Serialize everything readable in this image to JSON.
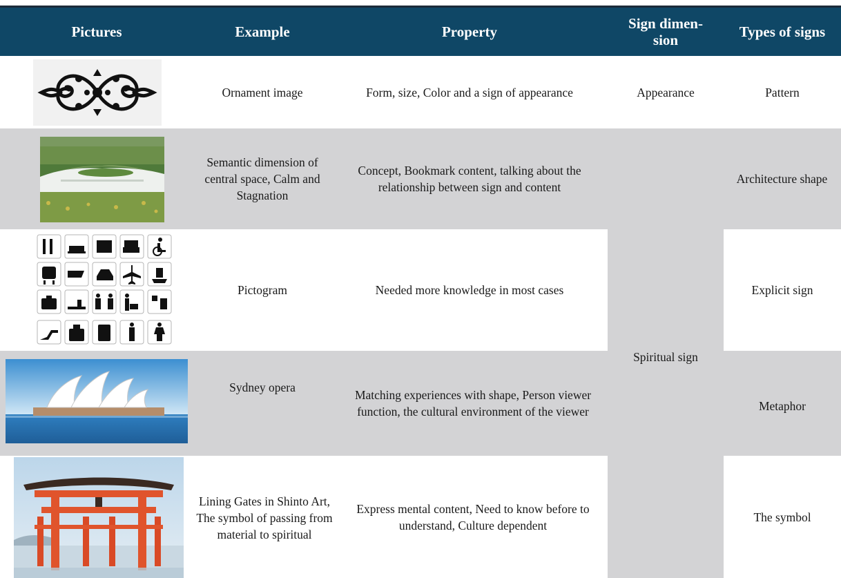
{
  "table": {
    "headers": {
      "pictures": "Pictures",
      "example": "Example",
      "property": "Property",
      "sign_dimension": "Sign dimen-\nsion",
      "types_of_signs": "Types of signs"
    },
    "rows": [
      {
        "picture": "ornament-image",
        "example": "Ornament image",
        "property": "Form, size, Color and a sign of appearance",
        "sign_dimension": "Appearance",
        "type_of_sign": "Pattern"
      },
      {
        "picture": "green-roof-building-photo",
        "example": "Semantic dimension of central space, Calm and Stagnation",
        "property": "Concept, Bookmark content, talking about the relationship between sign and content",
        "sign_dimension": "",
        "type_of_sign": "Architecture shape"
      },
      {
        "picture": "pictogram-grid",
        "example": "Pictogram",
        "property": "Needed more knowledge in most cases",
        "sign_dimension": "Spiritual sign",
        "type_of_sign": "Explicit sign"
      },
      {
        "picture": "sydney-opera-photo",
        "example": "Sydney opera",
        "property": "Matching experiences with shape, Person viewer  function, the cultural environment of the viewer",
        "type_of_sign": "Metaphor"
      },
      {
        "picture": "torii-gate-photo",
        "example": "Lining Gates in Shinto Art, The symbol of passing from material to spiritual",
        "property": "Express mental content, Need to know before to understand, Culture dependent",
        "type_of_sign": "The symbol"
      }
    ],
    "colors": {
      "header_bg": "#0f4766",
      "header_text": "#ffffff",
      "band_gray": "#d3d3d5",
      "band_white": "#ffffff"
    }
  }
}
